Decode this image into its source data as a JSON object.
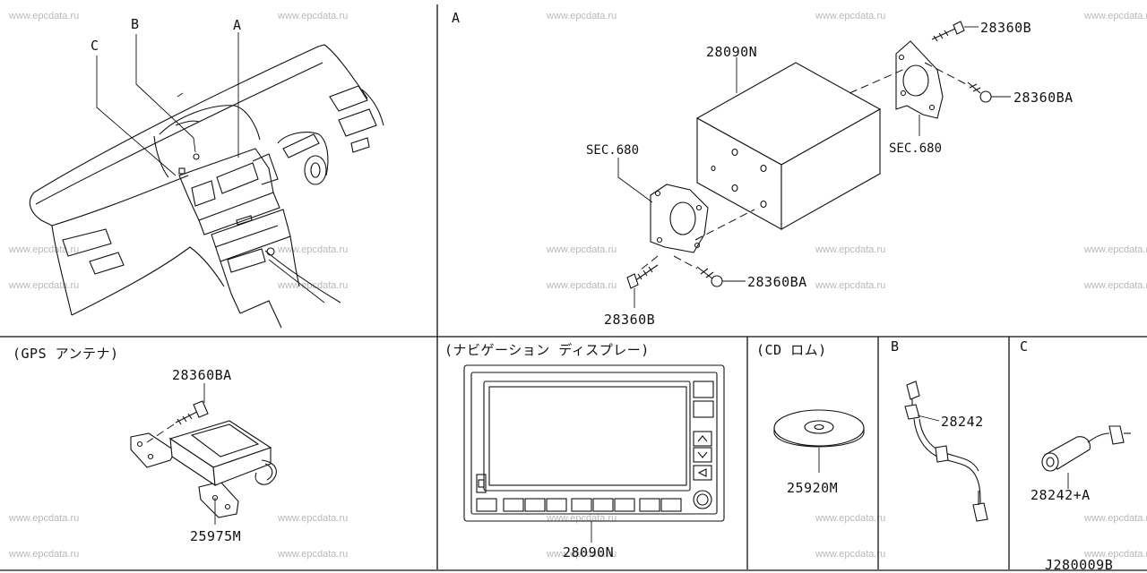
{
  "watermark": "www.epcdata.ru",
  "diagram_code": "J280009B",
  "panels": {
    "overview": {
      "callouts": [
        "C",
        "B",
        "A"
      ]
    },
    "detail_a": {
      "title": "A",
      "labels": {
        "bolt_top": "28360B",
        "unit": "28090N",
        "screw_top": "28360BA",
        "sec_right": "SEC.680",
        "sec_left": "SEC.680",
        "screw_bottom": "28360BA",
        "bolt_bottom": "28360B"
      }
    },
    "gps": {
      "title": "(GPS アンテナ)",
      "screw": "28360BA",
      "antenna": "25975M"
    },
    "display": {
      "title": "(ナビゲーション ディスプレー)",
      "part": "28090N"
    },
    "cdrom": {
      "title": "(CD ロム)",
      "part": "25920M"
    },
    "panel_b": {
      "title": "B",
      "part": "28242"
    },
    "panel_c": {
      "title": "C",
      "part": "28242+A"
    }
  }
}
